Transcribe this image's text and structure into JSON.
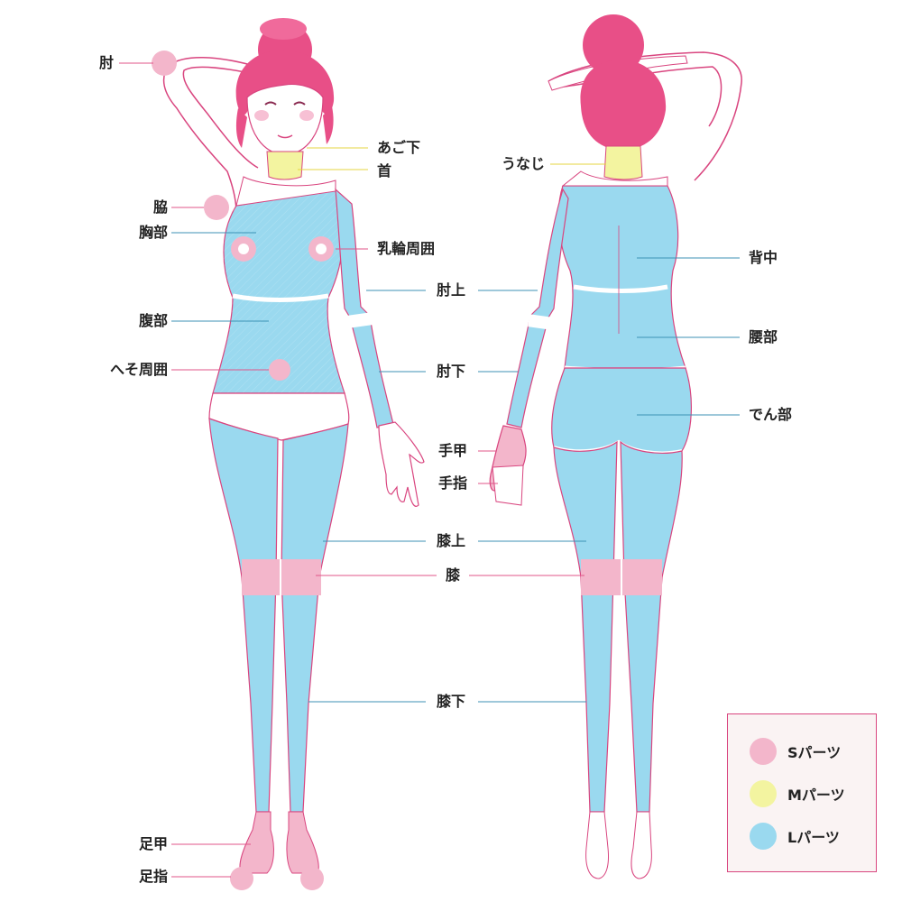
{
  "colors": {
    "s_part": "#f3b6cb",
    "m_part": "#f3f4a0",
    "l_part": "#9ad9ef",
    "outline": "#d9457f",
    "hair": "#e84f87",
    "skin": "#ffffff",
    "leader_pink": "#e0558a",
    "leader_yellow": "#e6d640",
    "leader_blue": "#3c92b6"
  },
  "front_labels": {
    "hiji": "肘",
    "waki": "脇",
    "kyobu": "胸部",
    "fukubu": "腹部",
    "heso": "へそ周囲",
    "ashi_ko": "足甲",
    "ashi_yubi": "足指",
    "ago_shita": "あご下",
    "kubi": "首",
    "nyurin": "乳輪周囲"
  },
  "shared_labels": {
    "hiji_ue": "肘上",
    "hiji_shita": "肘下",
    "te_ko": "手甲",
    "te_yubi": "手指",
    "hiza_ue": "膝上",
    "hiza": "膝",
    "hiza_shita": "膝下"
  },
  "back_labels": {
    "unaji": "うなじ",
    "senaka": "背中",
    "yobu": "腰部",
    "denbu": "でん部"
  },
  "legend": [
    {
      "label": "Sパーツ",
      "color": "#f3b6cb"
    },
    {
      "label": "Mパーツ",
      "color": "#f3f4a0"
    },
    {
      "label": "Lパーツ",
      "color": "#9ad9ef"
    }
  ]
}
